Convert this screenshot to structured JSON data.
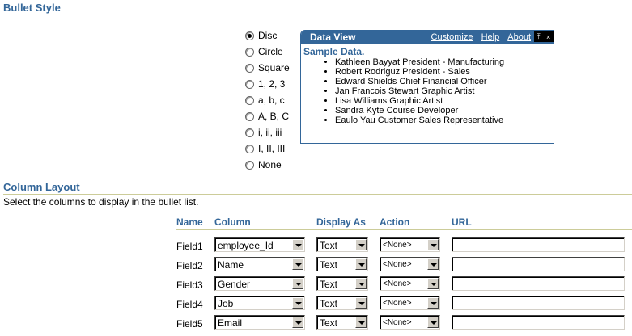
{
  "bullet_style": {
    "header": "Bullet Style",
    "options": [
      {
        "label": "Disc",
        "checked": true
      },
      {
        "label": "Circle",
        "checked": false
      },
      {
        "label": "Square",
        "checked": false
      },
      {
        "label": "1, 2, 3",
        "checked": false
      },
      {
        "label": "a, b, c",
        "checked": false
      },
      {
        "label": "A, B, C",
        "checked": false
      },
      {
        "label": "i, ii, iii",
        "checked": false
      },
      {
        "label": "I, II, III",
        "checked": false
      },
      {
        "label": "None",
        "checked": false
      }
    ]
  },
  "data_view": {
    "title": "Data View",
    "links": [
      "Customize",
      "Help",
      "About"
    ],
    "controls": {
      "collapse": "⤒",
      "close": "×"
    },
    "subtitle": "Sample Data.",
    "items": [
      "Kathleen Bayyat President - Manufacturing",
      "Robert Rodriguz President - Sales",
      "Edward Shields Chief Financial Officer",
      "Jan Francois Stewart Graphic Artist",
      "Lisa Williams Graphic Artist",
      "Sandra Kyte Course Developer",
      "Eaulo Yau Customer Sales Representative"
    ]
  },
  "column_layout": {
    "header": "Column Layout",
    "instruction": "Select the columns to display in the bullet list.",
    "columns": [
      "Name",
      "Column",
      "Display As",
      "Action",
      "URL"
    ],
    "rows": [
      {
        "name": "Field1",
        "column": "employee_Id",
        "display_as": "Text",
        "action": "<None>",
        "url": ""
      },
      {
        "name": "Field2",
        "column": "Name",
        "display_as": "Text",
        "action": "<None>",
        "url": ""
      },
      {
        "name": "Field3",
        "column": "Gender",
        "display_as": "Text",
        "action": "<None>",
        "url": ""
      },
      {
        "name": "Field4",
        "column": "Job",
        "display_as": "Text",
        "action": "<None>",
        "url": ""
      },
      {
        "name": "Field5",
        "column": "Email",
        "display_as": "Text",
        "action": "<None>",
        "url": ""
      }
    ]
  },
  "colors": {
    "accent": "#336699",
    "rule": "#cccc99"
  }
}
